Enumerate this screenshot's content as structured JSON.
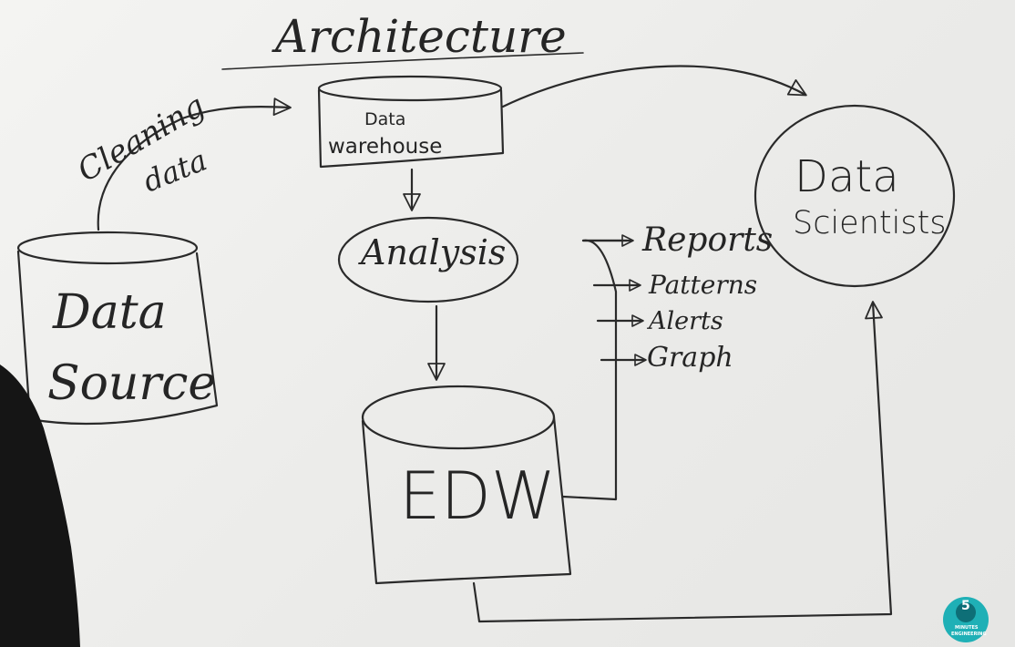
{
  "title": "Architecture",
  "nodes": {
    "data_source": [
      "Data",
      "Source"
    ],
    "warehouse": [
      "Data",
      "warehouse"
    ],
    "analysis": "Analysis",
    "edw": "EDW",
    "scientists": [
      "Data",
      "Scientists"
    ]
  },
  "edges": {
    "cleaning": [
      "Cleaning",
      "data"
    ]
  },
  "outputs": [
    "Reports",
    "Patterns",
    "Alerts",
    "Graph"
  ],
  "logo": {
    "number": "5",
    "text": [
      "MINUTES",
      "ENGINEERING"
    ]
  }
}
